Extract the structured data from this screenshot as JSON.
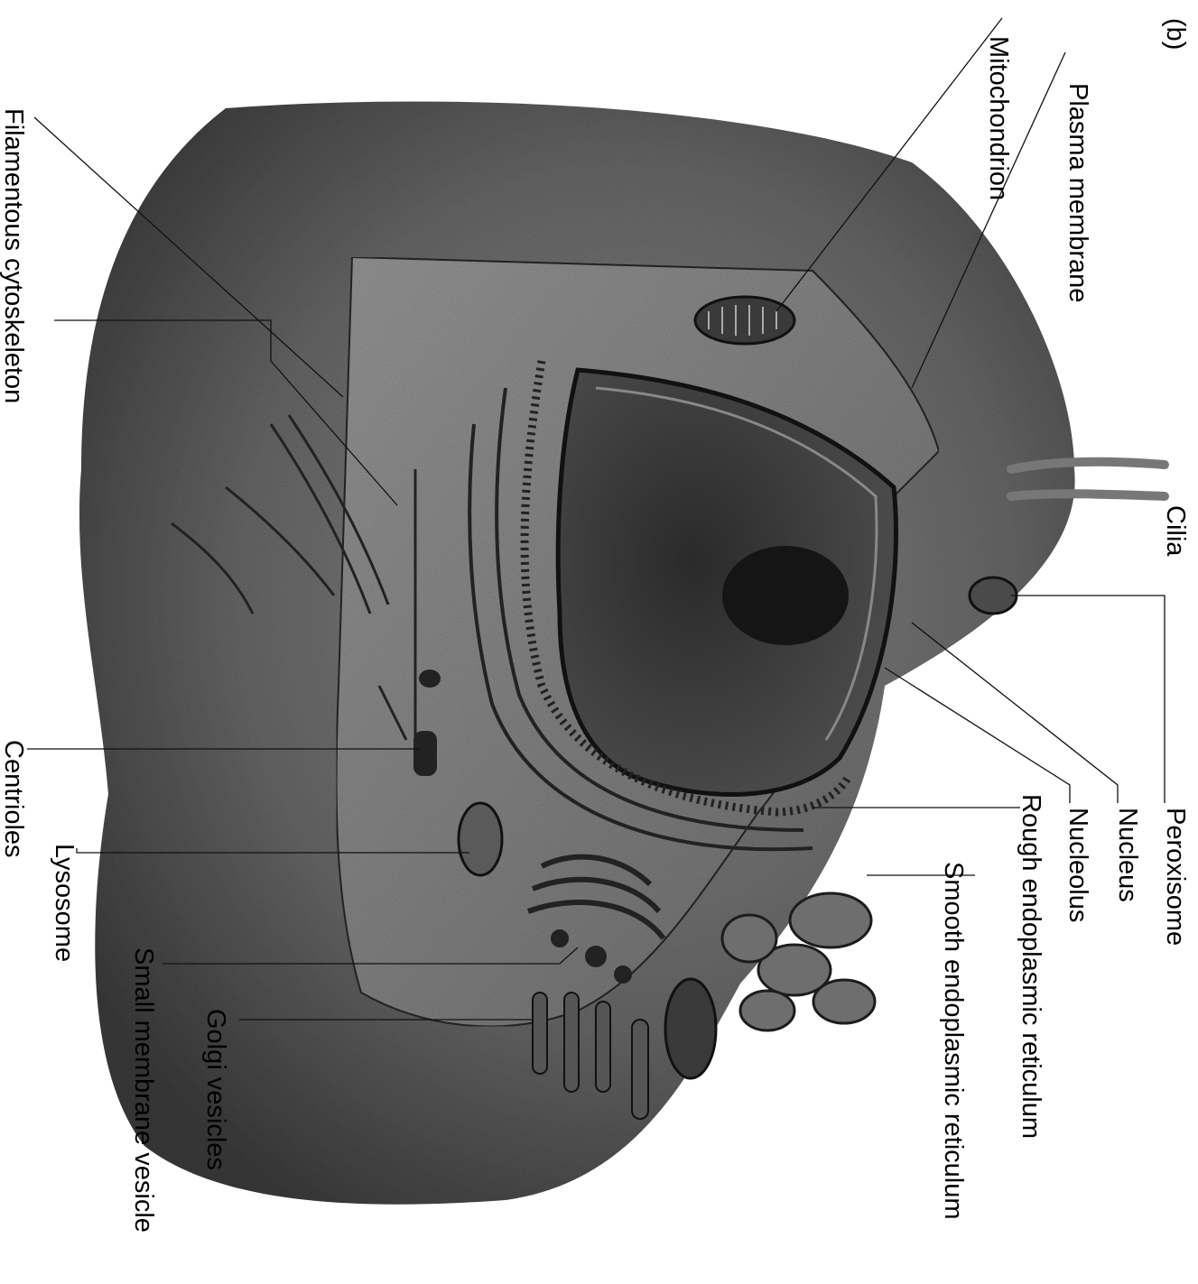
{
  "figure": {
    "panel_label": "(b)",
    "labels": {
      "plasma_membrane": "Plasma membrane",
      "mitochondrion": "Mitochondrion",
      "filamentous_cytoskeleton": "Filamentous cytoskeleton",
      "cilia": "Cilia",
      "peroxisome": "Peroxisome",
      "nucleus": "Nucleus",
      "nucleolus": "Nucleolus",
      "rough_er": "Rough endoplasmic reticulum",
      "smooth_er": "Smooth endoplasmic reticulum",
      "centrioles": "Centrioles",
      "lysosome": "Lysosome",
      "golgi_vesicles": "Golgi vesicles",
      "small_membrane_vesicle": "Small membrane vesicle"
    }
  }
}
